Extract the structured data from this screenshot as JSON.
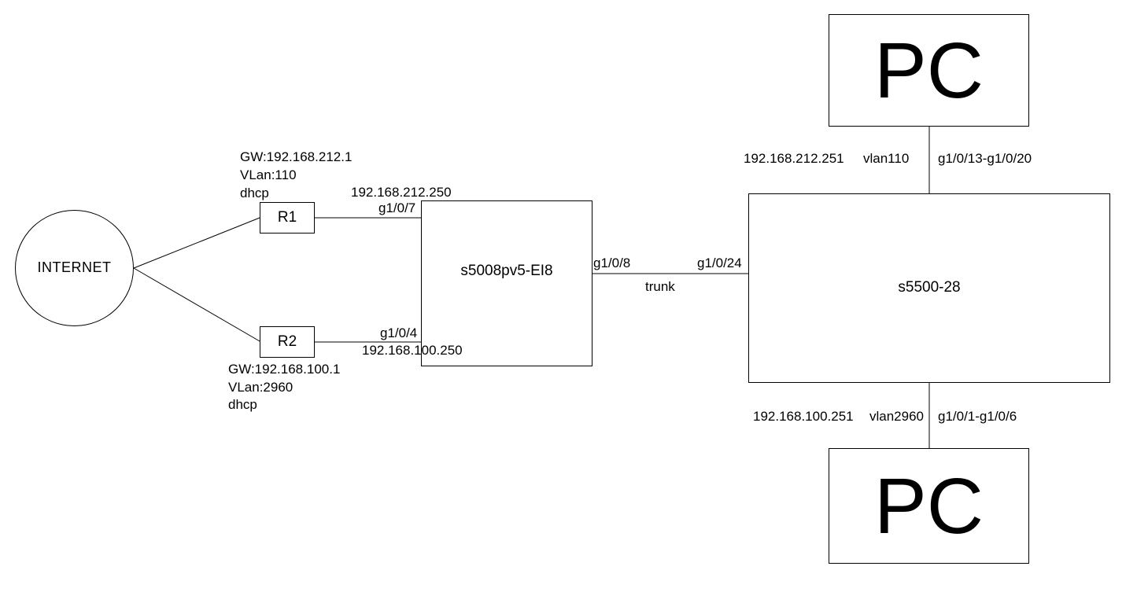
{
  "diagram": {
    "kind": "network-topology",
    "colors": {
      "background": "#ffffff",
      "line": "#000000",
      "text": "#000000"
    },
    "nodes": {
      "internet": {
        "label": "INTERNET",
        "shape": "circle"
      },
      "r1": {
        "label": "R1",
        "shape": "rect"
      },
      "r2": {
        "label": "R2",
        "shape": "rect"
      },
      "switch1": {
        "label": "s5008pv5-EI8",
        "shape": "rect"
      },
      "switch2": {
        "label": "s5500-28",
        "shape": "rect"
      },
      "pc_top": {
        "label": "PC",
        "shape": "rect"
      },
      "pc_bottom": {
        "label": "PC",
        "shape": "rect"
      }
    },
    "annotations": {
      "r1_gw": "GW:192.168.212.1",
      "r1_vlan": "VLan:110",
      "r1_dhcp": "dhcp",
      "r2_gw": "GW:192.168.100.1",
      "r2_vlan": "VLan:2960",
      "r2_dhcp": "dhcp"
    },
    "links": {
      "r1_switch1": {
        "ip": "192.168.212.250",
        "port": "g1/0/7"
      },
      "r2_switch1": {
        "ip": "192.168.100.250",
        "port": "g1/0/4"
      },
      "switch1_switch2": {
        "port_a": "g1/0/8",
        "port_b": "g1/0/24",
        "mode": "trunk"
      },
      "switch2_pc_top": {
        "ip": "192.168.212.251",
        "vlan": "vlan110",
        "ports": "g1/0/13-g1/0/20"
      },
      "switch2_pc_bottom": {
        "ip": "192.168.100.251",
        "vlan": "vlan2960",
        "ports": "g1/0/1-g1/0/6"
      }
    }
  }
}
